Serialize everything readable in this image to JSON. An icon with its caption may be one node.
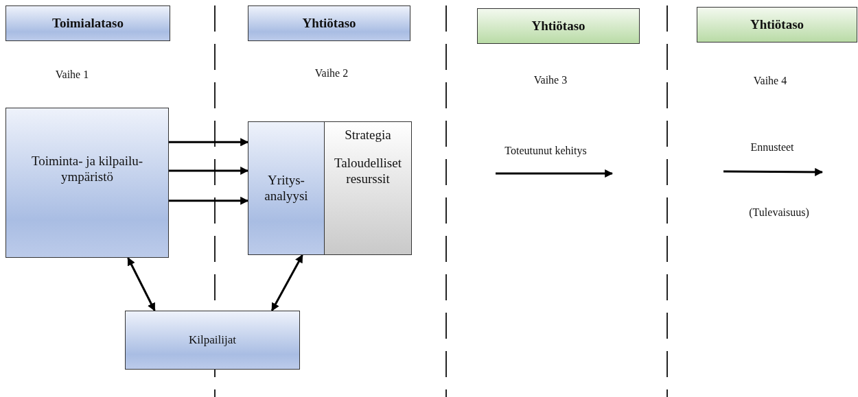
{
  "diagram": {
    "nodes": [
      {
        "text": [
          "Toimialataso"
        ]
      },
      {
        "text": [
          "Yhtiötaso"
        ]
      },
      {
        "text": [
          "Yhtiötaso"
        ]
      },
      {
        "text": [
          "Yhtiötaso"
        ]
      },
      {
        "text": [
          "Toiminta- ja kilpailu- ympäristö"
        ]
      },
      {
        "text": [
          "Yritys- analyysi"
        ]
      },
      {
        "text": [
          "Strategia",
          "Taloudelliset resurssit"
        ]
      },
      {
        "text": [
          "Kilpailijat"
        ]
      }
    ],
    "edges": [
      {
        "from": 4,
        "to": 5,
        "arrow": "to"
      },
      {
        "from": 4,
        "to": 5,
        "arrow": "to"
      },
      {
        "from": 4,
        "to": 5,
        "arrow": "to"
      },
      {
        "from": 4,
        "to": 7,
        "arrow": "both"
      },
      {
        "from": 5,
        "to": 7,
        "arrow": "both"
      }
    ],
    "labels": [
      "Vaihe 1",
      "Vaihe 2",
      "Vaihe 3",
      "Toteutunut kehitys",
      "Vaihe 4",
      "Ennusteet",
      "(Tulevaisuus)"
    ]
  }
}
